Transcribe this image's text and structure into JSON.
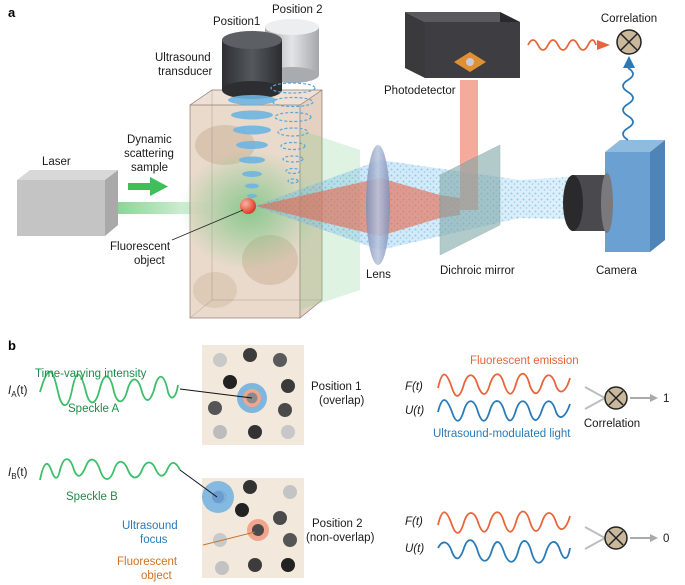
{
  "panels": {
    "a": "a",
    "b": "b"
  },
  "labels_a": {
    "position1": "Position1",
    "position2": "Position 2",
    "ultrasound_line1": "Ultrasound",
    "ultrasound_line2": "transducer",
    "photodetector": "Photodetector",
    "correlation": "Correlation",
    "dynamic_line1": "Dynamic",
    "dynamic_line2": "scattering",
    "dynamic_line3": "sample",
    "laser": "Laser",
    "fluorescent_line1": "Fluorescent",
    "fluorescent_line2": "object",
    "lens": "Lens",
    "dichroic": "Dichroic mirror",
    "camera": "Camera"
  },
  "labels_b": {
    "time_varying": "Time-varying intensity",
    "ia": "I",
    "ia_sub": "A",
    "ia_t": "(t)",
    "speckle_a": "Speckle A",
    "ib": "I",
    "ib_sub": "B",
    "ib_t": "(t)",
    "speckle_b": "Speckle B",
    "us_focus_line1": "Ultrasound",
    "us_focus_line2": "focus",
    "fl_obj_line1": "Fluorescent",
    "fl_obj_line2": "object",
    "pos1_line1": "Position 1",
    "pos1_line2": "(overlap)",
    "pos2_line1": "Position 2",
    "pos2_line2": "(non-overlap)",
    "fl_emission": "Fluorescent emission",
    "f_t_1": "F(t)",
    "u_t_1": "U(t)",
    "us_mod_light": "Ultrasound-modulated light",
    "correlation": "Correlation",
    "result1": "1",
    "f_t_2": "F(t)",
    "u_t_2": "U(t)",
    "result2": "0"
  },
  "colors": {
    "green": "#1f8a4a",
    "blue": "#2a7ab8",
    "orange": "#e8643a",
    "brown": "#c8742a"
  }
}
